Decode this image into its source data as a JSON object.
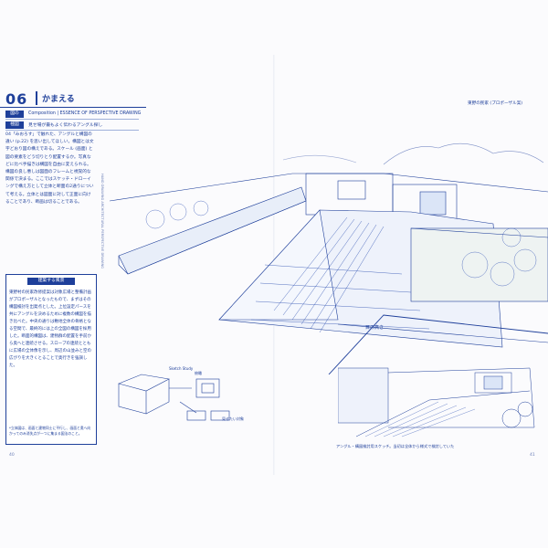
{
  "chapter": {
    "number": "06",
    "title": "かまえる"
  },
  "tags": [
    {
      "label": "図の極意",
      "text": "Composition | ESSENCE OF PERSPECTIVE DRAWING"
    },
    {
      "label": "極図",
      "text": "見せ場が最もよく伝わるアングル探し"
    }
  ],
  "top_caption": "東野の民家 (プロポーザル案)",
  "body_paragraph": "04「みおろす」で触れた、アングルと構図の違い (p.22) を思い出してほしい。構図とは文字どおり図の構えである。スケール (画面) と図の要素をどう切りとり配置するか。写真などに比べ手描きは構図を自由に変えられる。構図の良し悪しは図面のフレームと視覚的な関係で決まる。ここではスケッチ・ドローイングで構え方として立体と断面の2通りについて考える。立体とは図面に対して正面に向けることであり、断画は切ることである。",
  "box": {
    "title": "建築する風景",
    "text": "東野村の民家改修提案は対象広場と整備計画がプロポーザルとなったもので、まずはその構図検討を出発点とした。上位設定パースを共にアングルを決めるために複数の構図を描き比べた。中央の通りは敷地全体の骨格となる空間で、最終的には上の全図の構図を採用した。断面的構図は、建物群の配置を手前から奥へと連続させる。スロープの連続とともに広場の全体像を示し、周辺の山並みと空の広がりを大きくとることで奥行きを強調した。",
    "note": "*立体図は、画面と建物同士に平行し、画面と奥へ向かってのみ消失点が一つに集まる図法のこと。"
  },
  "vertical_caption": "HAND DRAWING ARCHITECTURAL PERSPECTIVE DRAWING",
  "sketch_labels": {
    "label_a": "Sketch Study",
    "label_b": "目の高さ",
    "label_c": "俯瞰",
    "label_d": "見せたい対象"
  },
  "bottom_caption": "アングル・構図検討用スケッチ。当初は全体から様式で検討していた",
  "page_left": "40",
  "page_right": "41",
  "colors": {
    "ink": "#1e3f9a",
    "ink_light": "#6b7fb8",
    "highlight": "#cfe0ff"
  }
}
